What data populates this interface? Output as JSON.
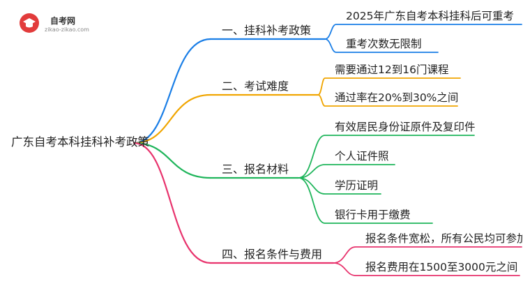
{
  "logo": {
    "name": "自考网",
    "url": "zikao-zikao.com",
    "colors": {
      "circle": "#e23b3b",
      "icon": "#ffffff"
    },
    "icon": "graduation-cap-icon"
  },
  "root": {
    "label": "广东自考本科挂科补考政策"
  },
  "branches": [
    {
      "label": "一、挂科补考政策",
      "color": "#1a7ee6",
      "leaves": [
        {
          "label": "2025年广东自考本科挂科后可重考"
        },
        {
          "label": "重考次数无限制"
        }
      ]
    },
    {
      "label": "二、考试难度",
      "color": "#f0a500",
      "leaves": [
        {
          "label": "需要通过12到16门课程"
        },
        {
          "label": "通过率在20%到30%之间"
        }
      ]
    },
    {
      "label": "三、报名材料",
      "color": "#1fb55b",
      "leaves": [
        {
          "label": "有效居民身份证原件及复印件"
        },
        {
          "label": "个人证件照"
        },
        {
          "label": "学历证明"
        },
        {
          "label": "银行卡用于缴费"
        }
      ]
    },
    {
      "label": "四、报名条件与费用",
      "color": "#e8336d",
      "leaves": [
        {
          "label": "报名条件宽松，所有公民均可参加"
        },
        {
          "label": "报名费用在1500至3000元之间"
        }
      ]
    }
  ]
}
